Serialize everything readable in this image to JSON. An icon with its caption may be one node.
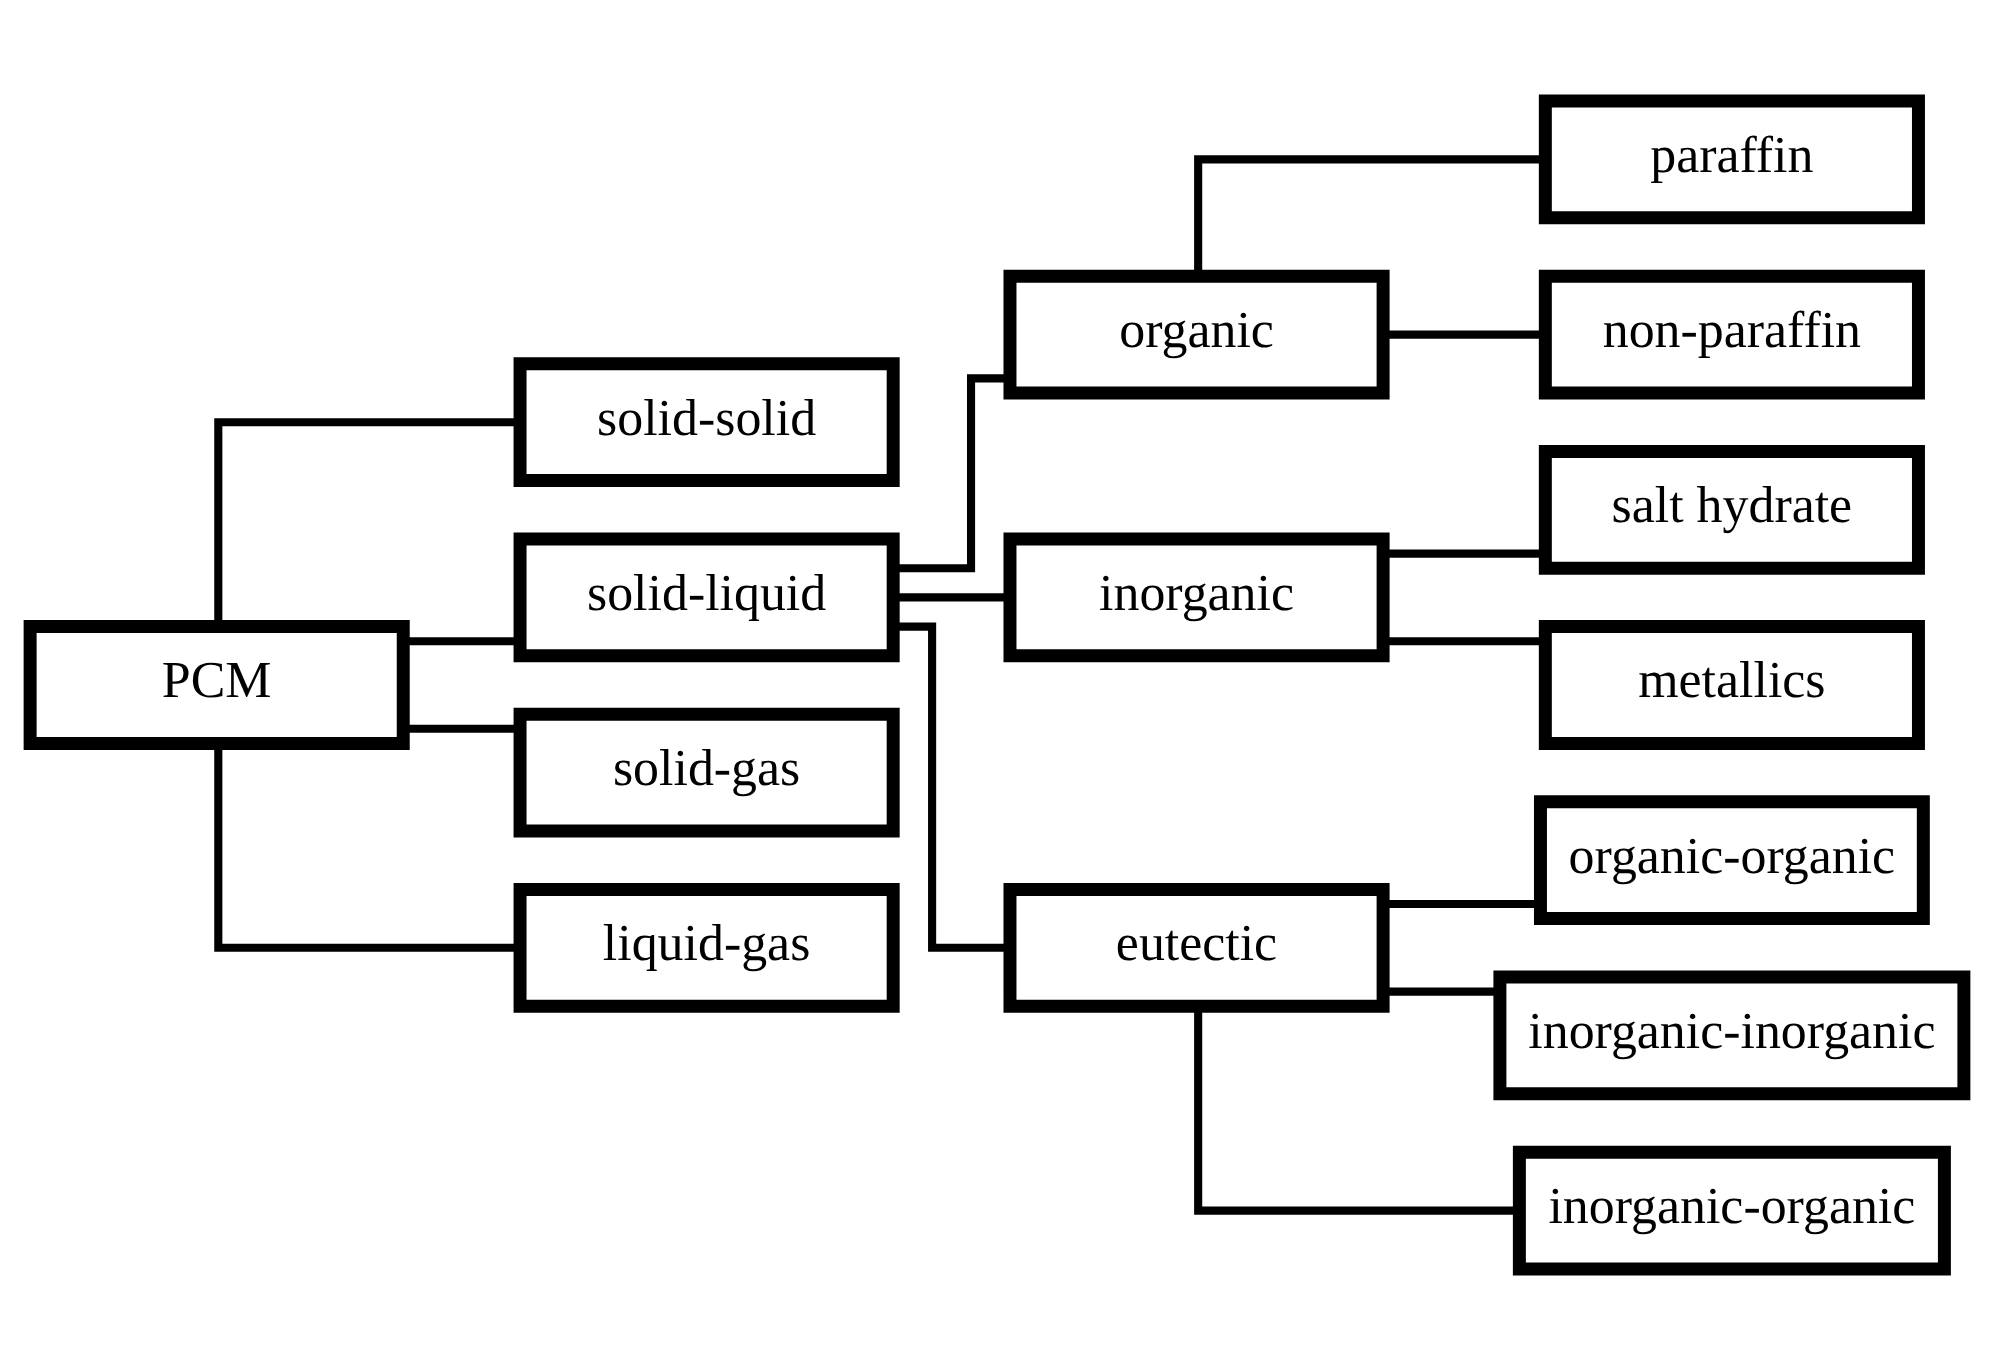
{
  "diagram": {
    "nodes": [
      {
        "text": [
          "PCM"
        ]
      },
      {
        "text": [
          "solid-solid"
        ]
      },
      {
        "text": [
          "solid-liquid"
        ]
      },
      {
        "text": [
          "solid-gas"
        ]
      },
      {
        "text": [
          "liquid-gas"
        ]
      },
      {
        "text": [
          "organic"
        ]
      },
      {
        "text": [
          "inorganic"
        ]
      },
      {
        "text": [
          "eutectic"
        ]
      },
      {
        "text": [
          "paraffin"
        ]
      },
      {
        "text": [
          "non-paraffin"
        ]
      },
      {
        "text": [
          "salt hydrate"
        ]
      },
      {
        "text": [
          "metallics"
        ]
      },
      {
        "text": [
          "organic-organic"
        ]
      },
      {
        "text": [
          "inorganic-inorganic"
        ]
      },
      {
        "text": [
          "inorganic-organic"
        ]
      }
    ],
    "edges": [
      {
        "from": 0,
        "to": 1,
        "arrow": "none"
      },
      {
        "from": 0,
        "to": 2,
        "arrow": "none"
      },
      {
        "from": 0,
        "to": 3,
        "arrow": "none"
      },
      {
        "from": 0,
        "to": 4,
        "arrow": "none"
      },
      {
        "from": 2,
        "to": 5,
        "arrow": "none"
      },
      {
        "from": 2,
        "to": 6,
        "arrow": "none"
      },
      {
        "from": 2,
        "to": 7,
        "arrow": "none"
      },
      {
        "from": 5,
        "to": 8,
        "arrow": "none"
      },
      {
        "from": 5,
        "to": 9,
        "arrow": "none"
      },
      {
        "from": 6,
        "to": 10,
        "arrow": "none"
      },
      {
        "from": 6,
        "to": 11,
        "arrow": "none"
      },
      {
        "from": 7,
        "to": 12,
        "arrow": "none"
      },
      {
        "from": 7,
        "to": 13,
        "arrow": "none"
      },
      {
        "from": 7,
        "to": 14,
        "arrow": "none"
      }
    ]
  }
}
